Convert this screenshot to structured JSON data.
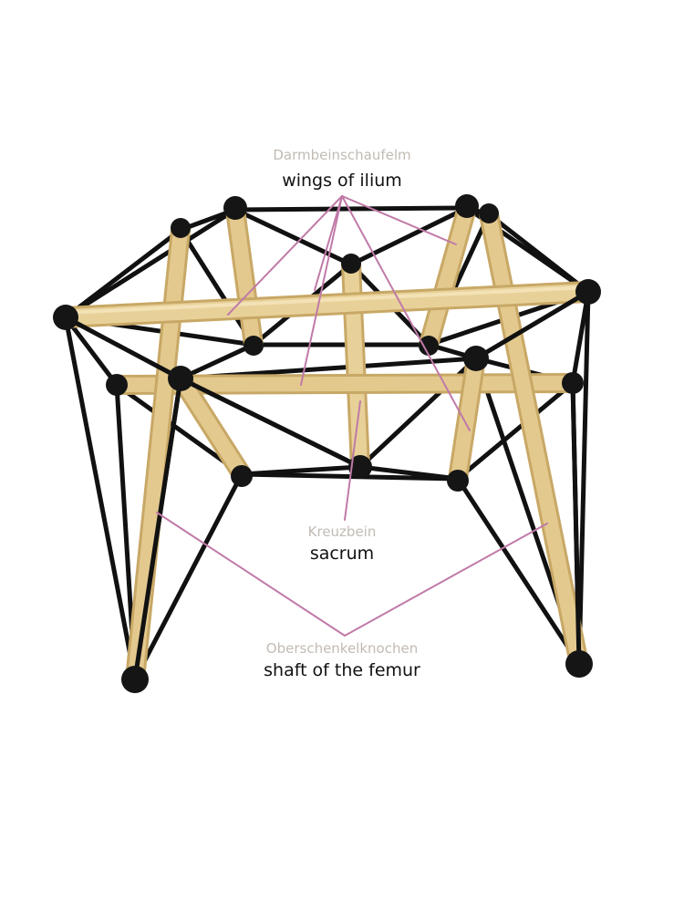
{
  "colors": {
    "background": "#ffffff",
    "wood": "#e3c98e",
    "wood_shadow": "#c8a866",
    "wood_highlight": "#f3e2b6",
    "tension_line": "#111111",
    "node_cap": "#151515",
    "leader_line": "#c07aa8",
    "label_german": "#c2bbb4",
    "label_english": "#111111"
  },
  "labels": {
    "wings_of_ilium": {
      "german": "Darmbeinschaufelm",
      "english": "wings of ilium"
    },
    "sacrum": {
      "german": "Kreuzbein",
      "english": "sacrum"
    },
    "femur": {
      "german": "Oberschenkelknochen",
      "english": "shaft of the femur"
    }
  }
}
